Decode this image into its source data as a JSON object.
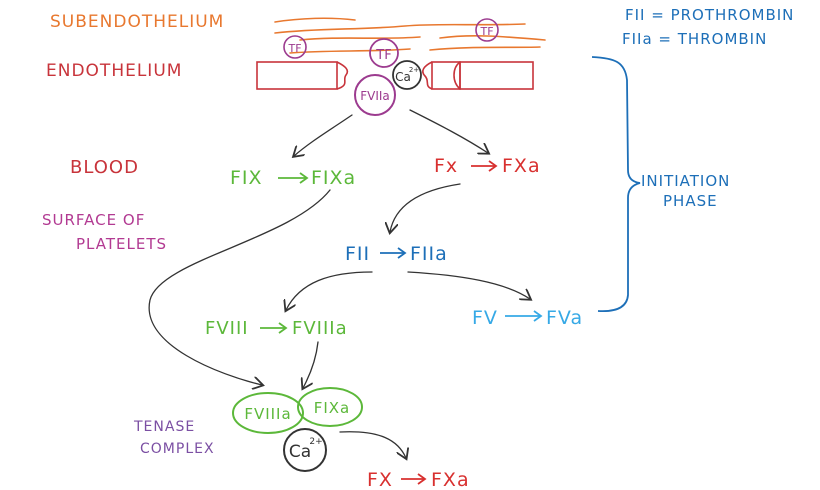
{
  "colors": {
    "subendothelium": "#e8782f",
    "endothelium": "#c8343b",
    "blood": "#c8343b",
    "platelets": "#b23a92",
    "tenase": "#7b4fa3",
    "green": "#5cb83a",
    "red": "#d8302f",
    "blue": "#1d6fb8",
    "lightblue": "#36a9e6",
    "purple": "#9c3b8f",
    "dark": "#333333"
  },
  "labels": {
    "subendothelium": "SUBENDOTHELIUM",
    "endothelium": "ENDOTHELIUM",
    "blood": "BLOOD",
    "platelets_line1": "SURFACE OF",
    "platelets_line2": "PLATELETS",
    "tenase_line1": "TENASE",
    "tenase_line2": "COMPLEX"
  },
  "legend": {
    "fii": "FII = PROTHROMBIN",
    "fiia": "FIIa = THROMBIN"
  },
  "phase": {
    "line1": "INITIATION",
    "line2": "PHASE"
  },
  "nodes": {
    "tf": "TF",
    "fviia": "FVIIa",
    "ca_top": "Ca",
    "ca_sup": "2+",
    "fix": "FIX",
    "fixa": "FIXa",
    "fx": "Fx",
    "fxa": "FXa",
    "fii": "FII",
    "fiia": "FIIa",
    "fviii": "FVIII",
    "fviiia": "FVIIIa",
    "fv": "FV",
    "fva": "FVa",
    "complex_fviiia": "FVIIIa",
    "complex_fixa": "FIXa",
    "ca_bottom": "Ca",
    "ca_bottom_sup": "2+",
    "fx_bottom": "FX",
    "fxa_bottom": "FXa"
  }
}
